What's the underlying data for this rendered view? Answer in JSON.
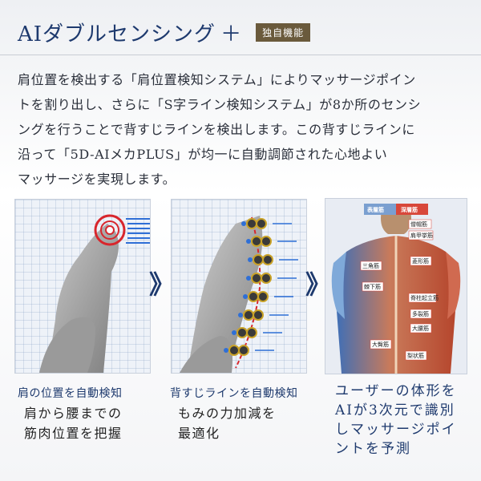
{
  "header": {
    "title": "AIダブルセンシング",
    "plus": "＋",
    "badge": "独自機能"
  },
  "description": {
    "lines": [
      "肩位置を検出する「肩位置検知システム」によりマッサージポイン",
      "トを割り出し、さらに「S字ライン検知システム」が8か所のセンシ",
      "ングを行うことで背すじラインを検出します。この背すじラインに",
      "沿って「5D-AIメカPLUS」が均一に自動調節された心地よい",
      "マッサージを実現します。"
    ]
  },
  "steps": [
    {
      "heading": "肩の位置を自動検知",
      "body": [
        "肩から腰までの",
        "筋肉位置を把握"
      ]
    },
    {
      "heading": "背すじラインを自動検知",
      "body": [
        "もみの力加減を",
        "最適化"
      ]
    },
    {
      "heading": "",
      "body": [
        "ユーザーの体形を",
        "AIが3次元で識別",
        "しマッサージポイ",
        "ントを予測"
      ]
    }
  ],
  "arrow_glyph": "》",
  "anatomy": {
    "labels": {
      "surface": "表層筋",
      "deep": "深層筋"
    },
    "muscles": [
      "僧帽筋",
      "肩甲挙筋",
      "三角筋",
      "菱形筋",
      "棘下筋",
      "脊柱起立筋",
      "多裂筋",
      "大腰筋",
      "大臀筋",
      "梨状筋"
    ]
  },
  "colors": {
    "accent": "#1e3a6e",
    "badge": "#6a5a3c",
    "sensor_red": "#d8262c",
    "roller_gold": "#c9a227"
  }
}
